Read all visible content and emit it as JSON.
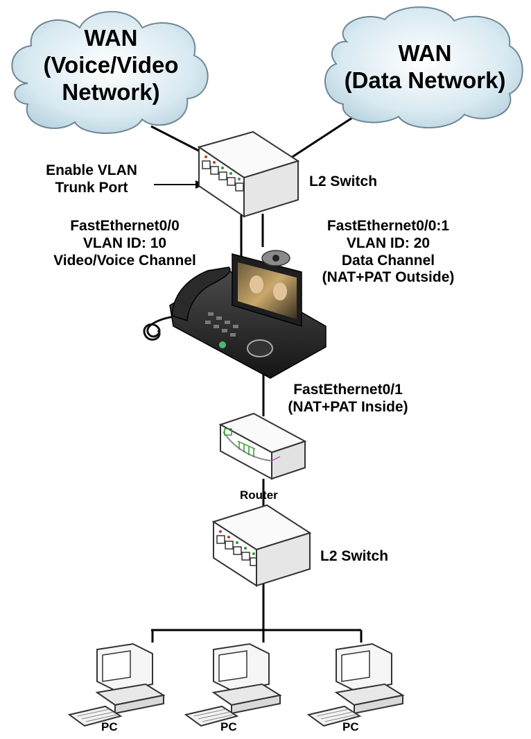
{
  "clouds": {
    "voice_video": {
      "line1": "WAN",
      "line2": "(Voice/Video",
      "line3": "Network)"
    },
    "data": {
      "line1": "WAN",
      "line2": "(Data Network)"
    }
  },
  "labels": {
    "trunk_line1": "Enable VLAN",
    "trunk_line2": "Trunk Port",
    "switch_top": "L2 Switch",
    "switch_bottom": "L2 Switch",
    "router": "Router",
    "fe00_line1": "FastEthernet0/0",
    "fe00_line2": "VLAN ID: 10",
    "fe00_line3": "Video/Voice Channel",
    "fe001_line1": "FastEthernet0/0:1",
    "fe001_line2": "VLAN ID: 20",
    "fe001_line3": "Data Channel",
    "fe001_line4": "(NAT+PAT Outside)",
    "fe01_line1": "FastEthernet0/1",
    "fe01_line2": "(NAT+PAT Inside)"
  },
  "pcs": [
    {
      "label": "PC"
    },
    {
      "label": "PC"
    },
    {
      "label": "PC"
    }
  ],
  "colors": {
    "cloud_fill": "#d2e6ef",
    "cloud_stroke": "#5a7380",
    "line": "#000000",
    "device_body": "#f4f4f4",
    "device_edge": "#333333",
    "led_green": "#2e9a2e",
    "led_red": "#c0392b"
  }
}
